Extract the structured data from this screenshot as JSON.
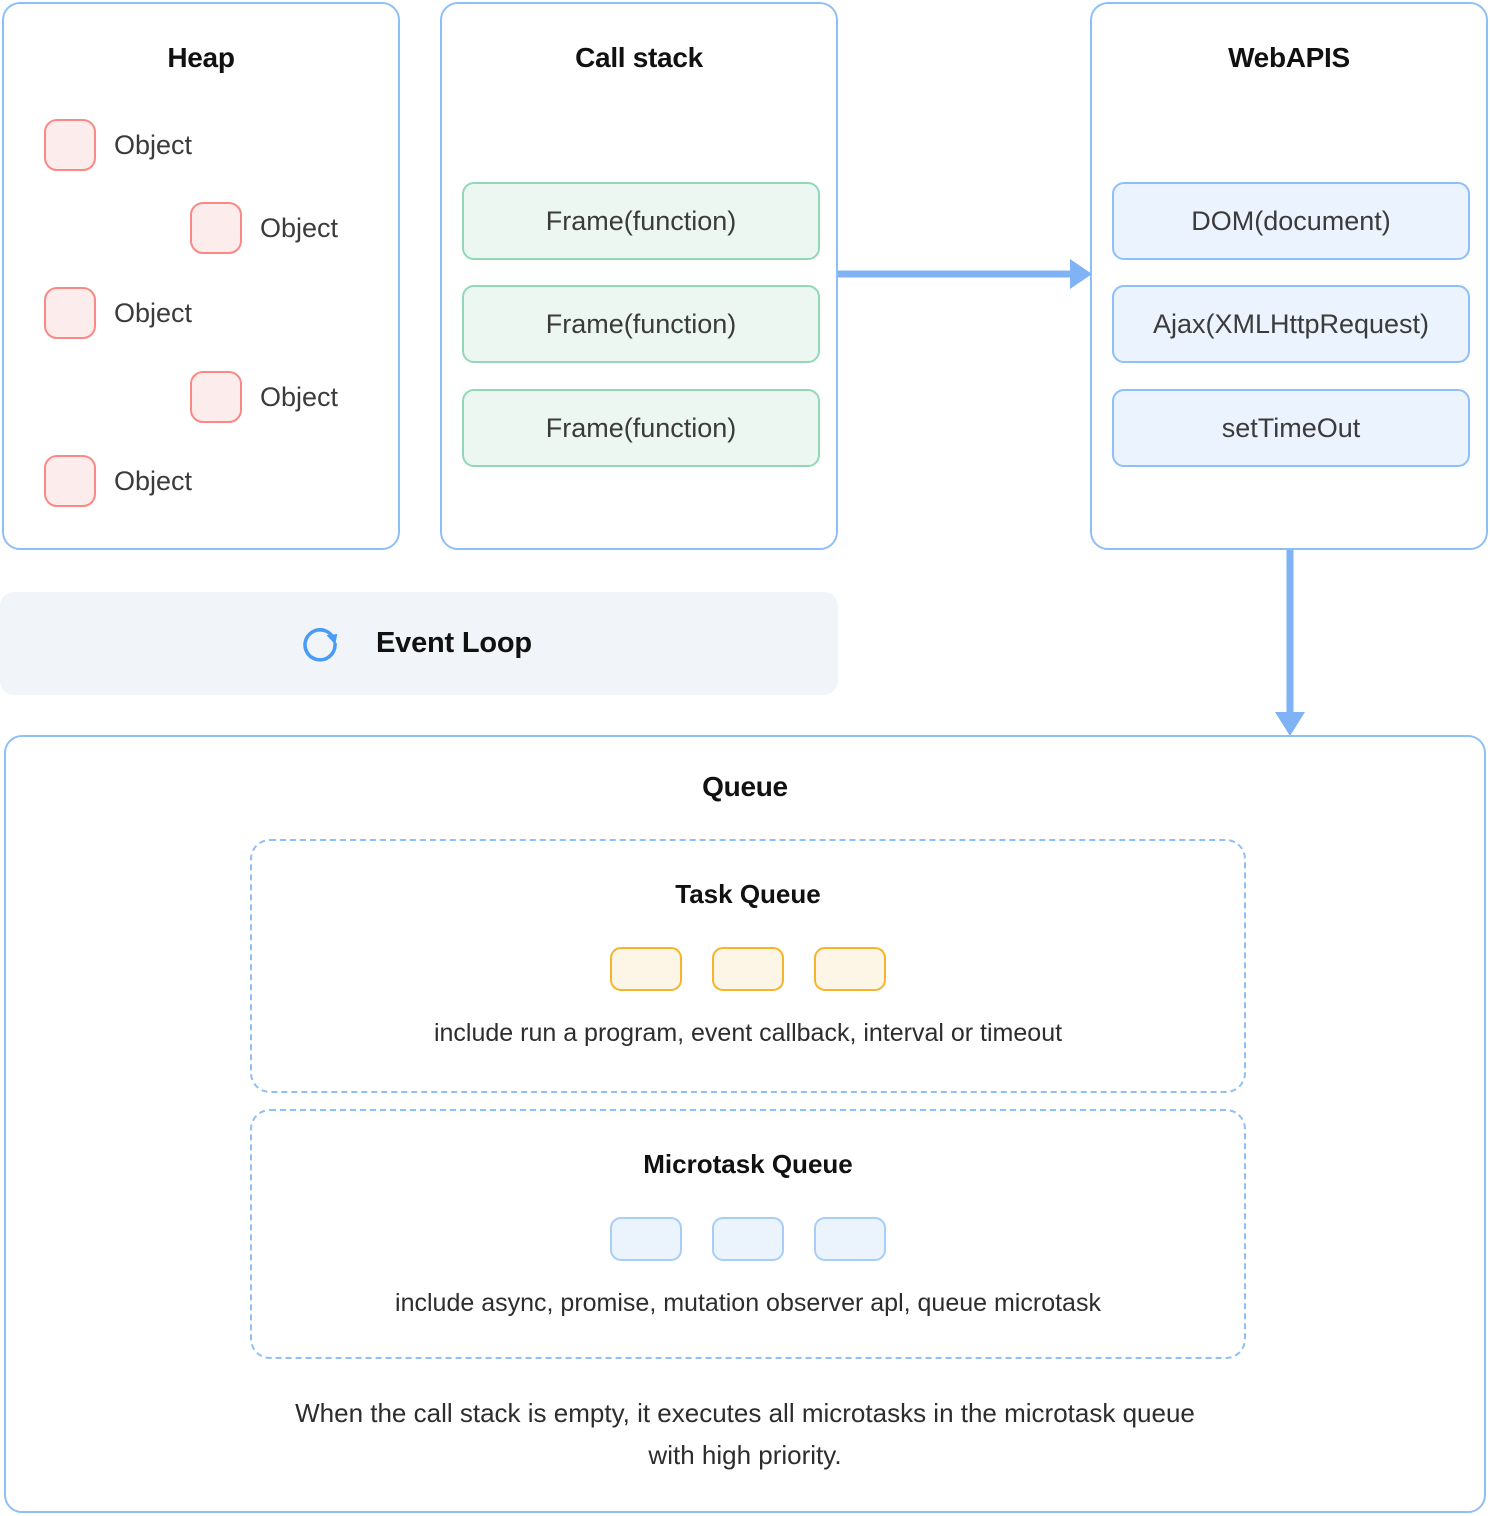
{
  "heap": {
    "title": "Heap",
    "objects": [
      {
        "label": "Object",
        "indent": "near"
      },
      {
        "label": "Object",
        "indent": "far"
      },
      {
        "label": "Object",
        "indent": "near"
      },
      {
        "label": "Object",
        "indent": "far"
      },
      {
        "label": "Object",
        "indent": "near"
      }
    ]
  },
  "call_stack": {
    "title": "Call stack",
    "frames": [
      {
        "label": "Frame(function)"
      },
      {
        "label": "Frame(function)"
      },
      {
        "label": "Frame(function)"
      }
    ]
  },
  "webapis": {
    "title": "WebAPIS",
    "apis": [
      {
        "label": "DOM(document)"
      },
      {
        "label": "Ajax(XMLHttpRequest)"
      },
      {
        "label": "setTimeOut"
      }
    ]
  },
  "event_loop": {
    "label": "Event Loop",
    "icon": "refresh-loop-icon"
  },
  "queue": {
    "title": "Queue",
    "task_queue": {
      "title": "Task Queue",
      "chips": 3,
      "caption": "include run a program, event callback, interval or timeout"
    },
    "microtask_queue": {
      "title": "Microtask Queue",
      "chips": 3,
      "caption": "include async, promise, mutation observer apl, queue microtask"
    },
    "footnote_line1": "When the call stack is empty, it executes all microtasks in the microtask queue",
    "footnote_line2": "with high priority."
  },
  "arrows": [
    {
      "name": "callstack-to-webapis",
      "direction": "right"
    },
    {
      "name": "webapis-to-queue",
      "direction": "down"
    }
  ],
  "colors": {
    "panel_border": "#8FBFF8",
    "heap_chip_border": "#FA8986",
    "heap_chip_fill": "#FDECEC",
    "frame_border": "#92D8B6",
    "frame_fill": "#EBF7F0",
    "api_border": "#8FBFF8",
    "api_fill": "#EBF3FE",
    "task_chip_border": "#F7B32B",
    "task_chip_fill": "#FDF6E6",
    "micro_chip_border": "#A8CDF7",
    "micro_chip_fill": "#EBF3FD",
    "event_loop_bg": "#F1F4F9",
    "arrow": "#7FB3F5"
  }
}
